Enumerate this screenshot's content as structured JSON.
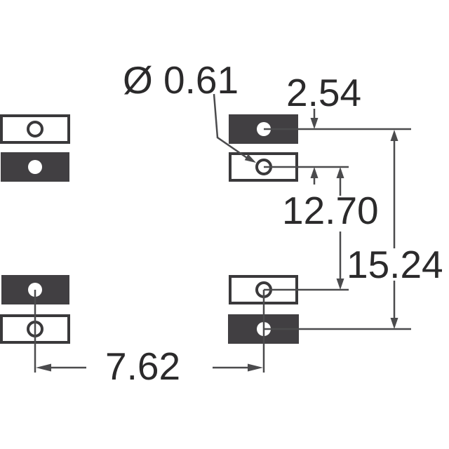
{
  "colors": {
    "background": "#ffffff",
    "pad-dark": "#413f42",
    "pad-outline": "#3a393b",
    "pad-face": "#ffffff",
    "dim-line": "#4b4b4d",
    "text": "#2b2a2b"
  },
  "labels": {
    "hole_diameter": "Ø 0.61",
    "pad_pitch": "2.54",
    "inner_row_spacing": "12.70",
    "outer_row_spacing": "15.24",
    "column_spacing": "7.62"
  },
  "pads": {
    "top_left": {
      "upper": "outlined pad with drilled hole",
      "lower": "filled pad with drilled hole"
    },
    "top_right": {
      "upper": "filled pad with drilled hole",
      "lower": "outlined pad with drilled hole"
    },
    "bottom_left": {
      "upper": "filled pad with drilled hole",
      "lower": "outlined pad with drilled hole"
    },
    "bottom_right": {
      "upper": "outlined pad with drilled hole",
      "lower": "filled pad with drilled hole"
    }
  }
}
